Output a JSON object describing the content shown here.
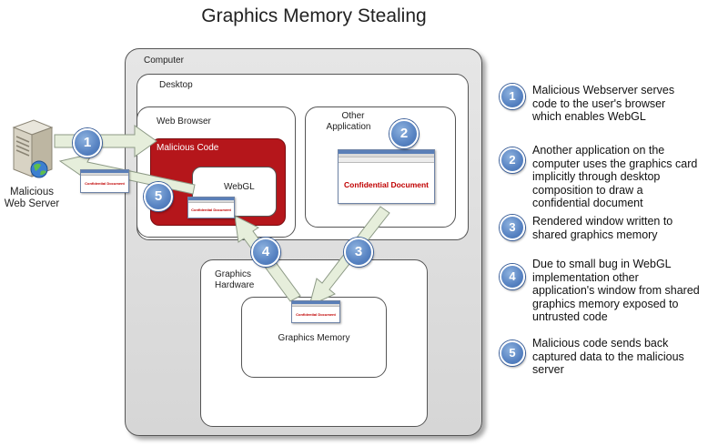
{
  "title": "Graphics Memory Stealing",
  "server_label_line1": "Malicious",
  "server_label_line2": "Web Server",
  "computer_label": "Computer",
  "desktop_label": "Desktop",
  "web_browser_label": "Web Browser",
  "malicious_code_label": "Malicious Code",
  "webgl_label": "WebGL",
  "other_app_line1": "Other",
  "other_app_line2": "Application",
  "graphics_hw_line1": "Graphics",
  "graphics_hw_line2": "Hardware",
  "graphics_memory_label": "Graphics Memory",
  "confidential_text": "Confidential Document",
  "badges": [
    "1",
    "2",
    "3",
    "4",
    "5"
  ],
  "steps": [
    {
      "num": "1",
      "lines": [
        "Malicious Webserver serves",
        "code to the user's browser",
        "which enables WebGL"
      ]
    },
    {
      "num": "2",
      "lines": [
        "Another application on the",
        "computer uses the graphics card",
        "implicitly through desktop",
        "composition to draw a",
        "confidential document"
      ]
    },
    {
      "num": "3",
      "lines": [
        "Rendered window written to",
        "shared graphics memory"
      ]
    },
    {
      "num": "4",
      "lines": [
        "Due to small bug in WebGL",
        "implementation other",
        "application's window from shared",
        "graphics memory exposed to",
        "untrusted code"
      ]
    },
    {
      "num": "5",
      "lines": [
        "Malicious code sends back",
        "captured data to the malicious",
        "server"
      ]
    }
  ],
  "colors": {
    "malicious_red": "#b5161b",
    "badge_blue": "#5b86c4",
    "arrow_fill": "#e6eedb",
    "computer_gray": "#dcdcdc"
  },
  "icons": [
    "server-icon",
    "globe-icon",
    "window-thumbnail-icon"
  ]
}
